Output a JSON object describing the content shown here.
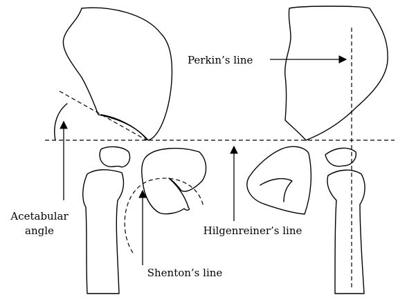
{
  "labels": {
    "perkins_line": "Perkin’s line",
    "acetabular_angle_line1": "Acetabular",
    "acetabular_angle_line2": "angle",
    "hilgenreiners_line": "Hilgenreiner’s line",
    "shentons_line": "Shenton’s line"
  }
}
